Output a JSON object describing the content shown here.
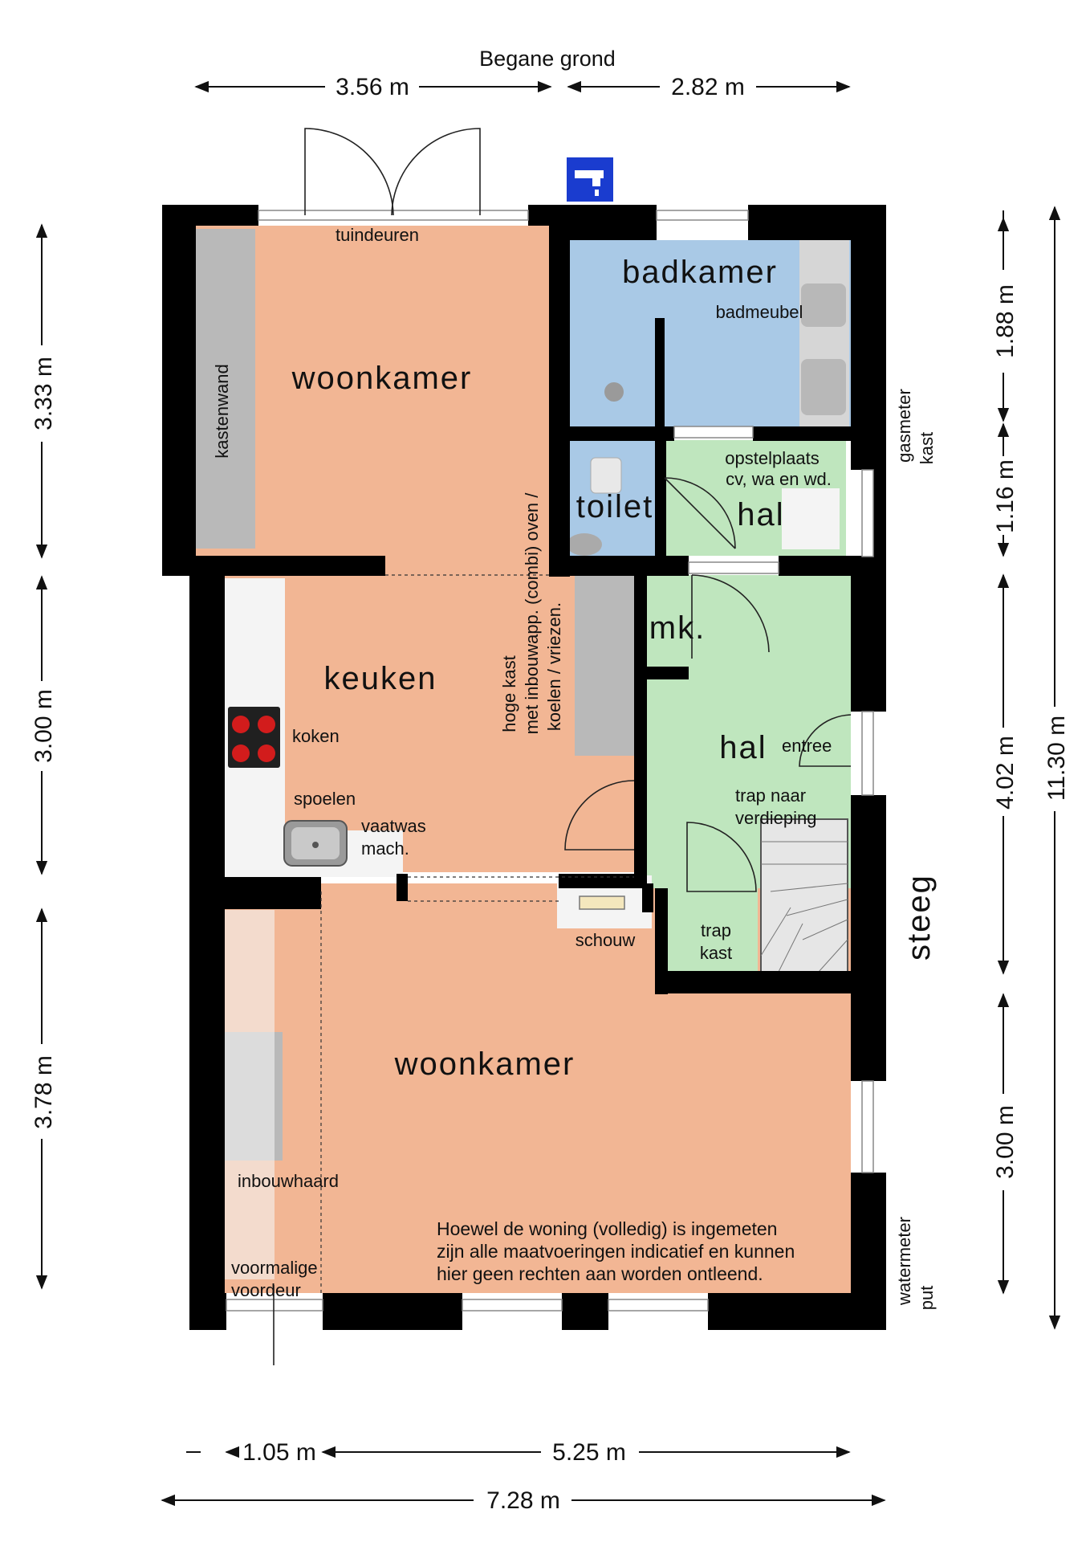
{
  "title": "Begane grond",
  "colors": {
    "living": "#f2b694",
    "bath": "#a9c9e6",
    "hall": "#bfe6be",
    "wall": "#000000",
    "cabinet": "#b9b9b9",
    "counter": "#f4f4f4",
    "icon_blue": "#1a3ccf"
  },
  "rooms": {
    "woonkamer_top": "woonkamer",
    "badkamer": "badkamer",
    "toilet": "toilet",
    "hal_top": "hal",
    "mk": "mk.",
    "keuken": "keuken",
    "hal_main": "hal",
    "woonkamer_bottom": "woonkamer",
    "steeg": "steeg"
  },
  "labels": {
    "tuindeuren": "tuindeuren",
    "kastenwand": "kastenwand",
    "badmeubel": "badmeubel",
    "opstelplaats_1": "opstelplaats",
    "opstelplaats_2": "cv, wa en wd.",
    "hoge_kast_1": "hoge kast",
    "hoge_kast_2": "met inbouwapp. (combi) oven /",
    "hoge_kast_3": "koelen / vriezen.",
    "koken": "koken",
    "spoelen": "spoelen",
    "vaatwas_1": "vaatwas",
    "vaatwas_2": "mach.",
    "entree": "entree",
    "trap_1": "trap naar",
    "trap_2": "verdieping",
    "trapkast_1": "trap",
    "trapkast_2": "kast",
    "schouw": "schouw",
    "inbouwhaard": "inbouwhaard",
    "voormalige_1": "voormalige",
    "voormalige_2": "voordeur",
    "gasmeter_1": "gasmeter",
    "gasmeter_2": "kast",
    "watermeter_1": "watermeter",
    "watermeter_2": "put",
    "disclaimer_1": "Hoewel de woning (volledig) is ingemeten",
    "disclaimer_2": "zijn alle maatvoeringen indicatief en kunnen",
    "disclaimer_3": "hier geen rechten aan worden ontleend."
  },
  "dimensions": {
    "top_left": "3.56 m",
    "top_right": "2.82 m",
    "left_1": "3.33 m",
    "left_2": "3.00 m",
    "left_3": "3.78 m",
    "right_1": "1.88 m",
    "right_2": "1.16 m",
    "right_3": "4.02 m",
    "right_4": "3.00 m",
    "right_total": "11.30 m",
    "bottom_1": "1.05 m",
    "bottom_2": "5.25 m",
    "bottom_total": "7.28 m"
  },
  "icons": {
    "water_tap": "water-tap-icon",
    "hob": "hob-icon",
    "sink": "sink-icon",
    "shower": "shower-drain-icon",
    "stairs": "stairs-icon"
  }
}
